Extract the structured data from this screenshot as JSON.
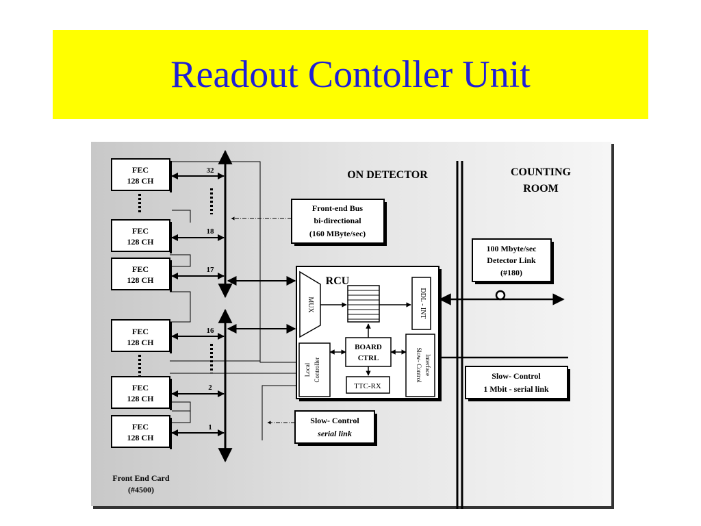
{
  "slide": {
    "title": "Readout Contoller Unit",
    "banner_color": "#ffff00",
    "title_color": "#1f1fd6"
  },
  "diagram": {
    "regions": {
      "on_detector": "ON DETECTOR",
      "counting_room_line1": "COUNTING",
      "counting_room_line2": "ROOM"
    },
    "fec_cards": [
      {
        "line1": "FEC",
        "line2": "128 CH",
        "bus_number": "32"
      },
      {
        "line1": "FEC",
        "line2": "128 CH",
        "bus_number": "18"
      },
      {
        "line1": "FEC",
        "line2": "128 CH",
        "bus_number": "17"
      },
      {
        "line1": "FEC",
        "line2": "128 CH",
        "bus_number": "16"
      },
      {
        "line1": "FEC",
        "line2": "128 CH",
        "bus_number": "2"
      },
      {
        "line1": "FEC",
        "line2": "128 CH",
        "bus_number": "1"
      }
    ],
    "front_end_card_label": {
      "line1": "Front End Card",
      "line2": "(#4500)"
    },
    "front_end_bus": {
      "line1": "Front-end Bus",
      "line2": "bi-directional",
      "line3": "(160 MByte/sec)"
    },
    "slow_control_serial": {
      "line1": "Slow- Control",
      "line2": "serial link"
    },
    "rcu": {
      "label": "RCU",
      "mux": "MUX",
      "ddl_int": "DDL - INT",
      "board_ctrl_line1": "BOARD",
      "board_ctrl_line2": "CTRL",
      "local_controller_line1": "Local",
      "local_controller_line2": "Controller",
      "slow_control_interface_line1": "Slow- Control",
      "slow_control_interface_line2": "Interface",
      "ttc_rx": "TTC-RX"
    },
    "detector_link": {
      "line1": "100 Mbyte/sec",
      "line2": "Detector Link",
      "line3": "(#180)"
    },
    "slow_control_link": {
      "line1": "Slow- Control",
      "line2": "1 Mbit - serial link"
    }
  }
}
